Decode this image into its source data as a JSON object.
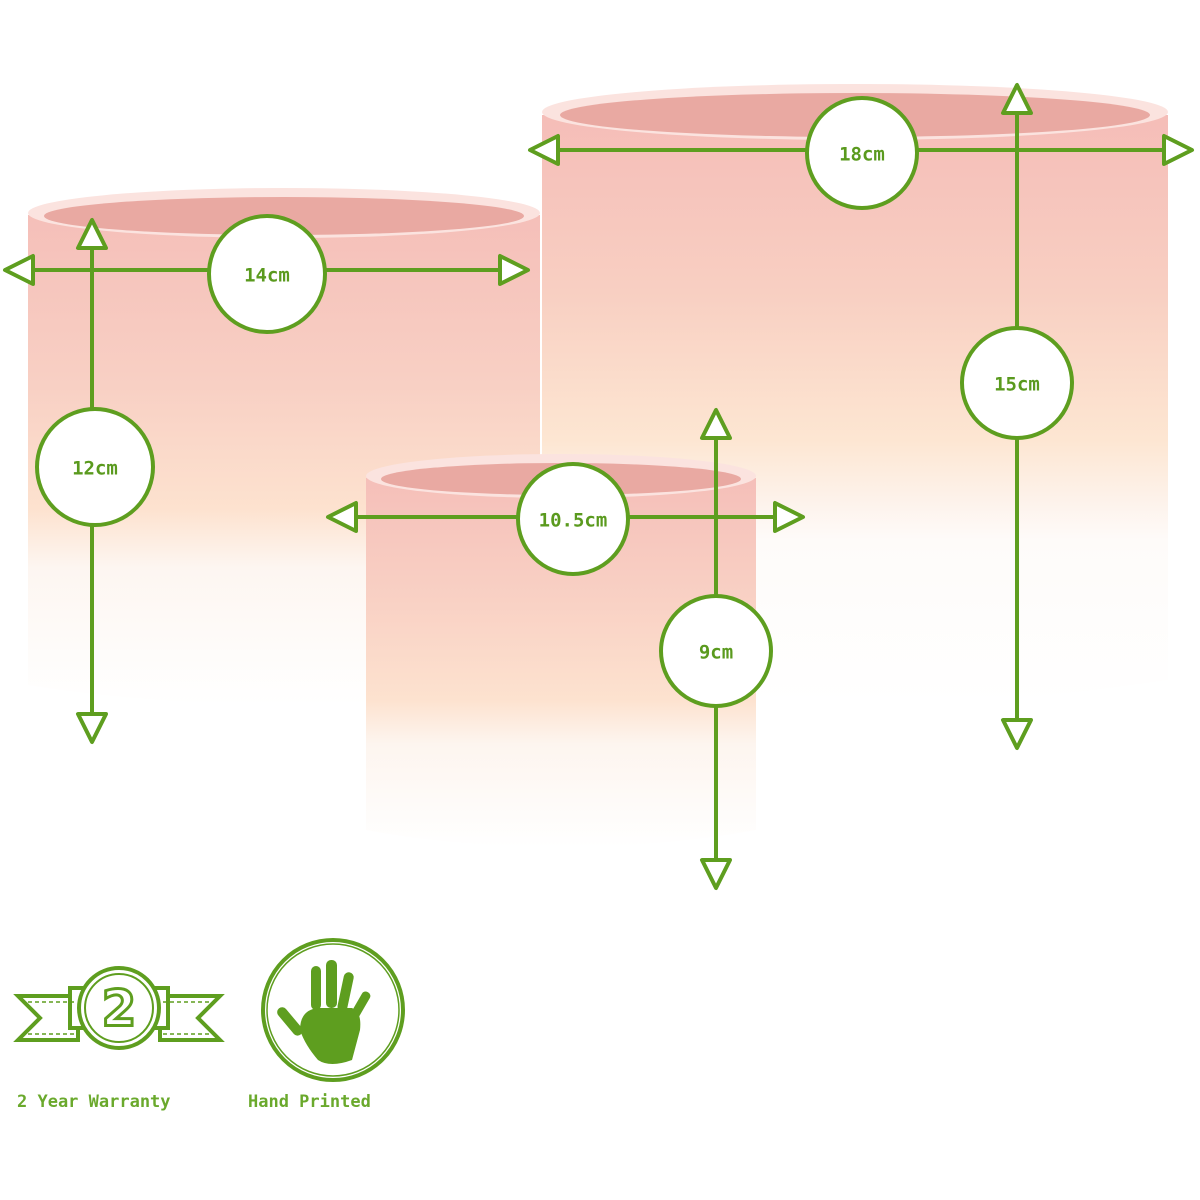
{
  "dimensions": {
    "large_width": "18cm",
    "large_height": "15cm",
    "medium_width": "14cm",
    "medium_height": "12cm",
    "small_width": "10.5cm",
    "small_height": "9cm"
  },
  "badges": {
    "warranty_number": "2",
    "warranty_label": "2 Year Warranty",
    "hand_printed_label": "Hand Printed"
  },
  "colors": {
    "accent_green": "#5e9e1f",
    "pot_pink": "#f6c2bd",
    "pot_peach": "#fbe0cb"
  }
}
